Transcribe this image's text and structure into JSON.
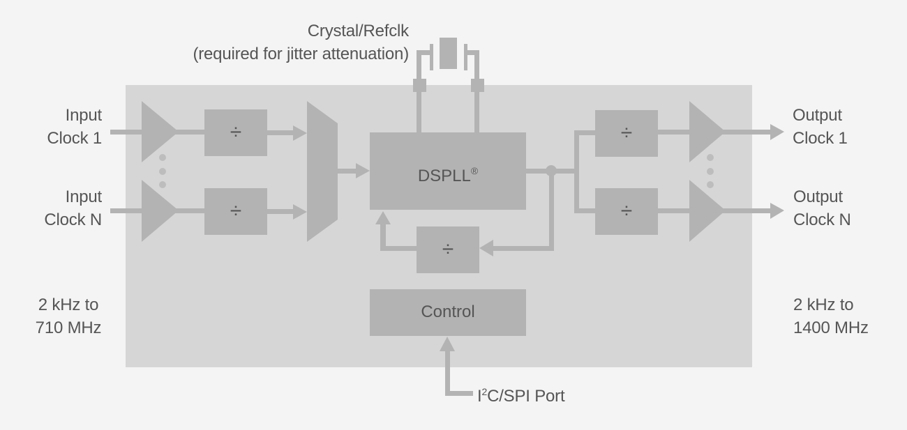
{
  "colors": {
    "background": "#f4f4f4",
    "chip_panel": "#d6d6d6",
    "block": "#b3b3b3",
    "wire": "#b3b3b3",
    "dots": "#bdbdbd",
    "text": "#555555",
    "divider_glyph": "#555555"
  },
  "crystal": {
    "line1": "Crystal/Refclk",
    "line2": "(required for jitter attenuation)"
  },
  "inputs": [
    {
      "line1": "Input",
      "line2": "Clock 1"
    },
    {
      "line1": "Input",
      "line2": "Clock N"
    }
  ],
  "outputs": [
    {
      "line1": "Output",
      "line2": "Clock 1"
    },
    {
      "line1": "Output",
      "line2": "Clock N"
    }
  ],
  "input_range": {
    "line1": "2 kHz to",
    "line2": "710 MHz"
  },
  "output_range": {
    "line1": "2 kHz to",
    "line2": "1400 MHz"
  },
  "dspll": {
    "label": "DSPLL",
    "mark": "®"
  },
  "control": {
    "label": "Control"
  },
  "port": {
    "prefix": "I",
    "sup": "2",
    "suffix": "C/SPI Port"
  },
  "divider_symbol": "÷"
}
